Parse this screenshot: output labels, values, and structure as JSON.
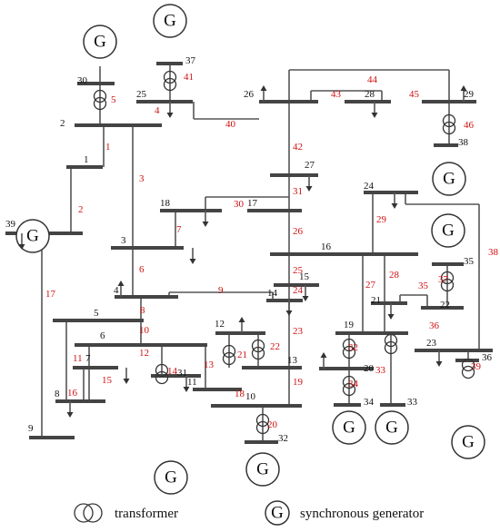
{
  "generator_symbol": "G",
  "bus_labels": [
    "1",
    "2",
    "3",
    "4",
    "5",
    "6",
    "7",
    "8",
    "9",
    "10",
    "11",
    "12",
    "13",
    "14",
    "15",
    "16",
    "17",
    "18",
    "19",
    "20",
    "21",
    "22",
    "23",
    "24",
    "25",
    "26",
    "27",
    "28",
    "29",
    "30",
    "31",
    "32",
    "33",
    "34",
    "35",
    "36",
    "37",
    "38",
    "39"
  ],
  "line_labels": [
    "1",
    "2",
    "3",
    "4",
    "5",
    "6",
    "7",
    "8",
    "9",
    "10",
    "11",
    "12",
    "13",
    "14",
    "15",
    "16",
    "17",
    "18",
    "19",
    "20",
    "21",
    "22",
    "23",
    "24",
    "25",
    "26",
    "27",
    "28",
    "29",
    "30",
    "31",
    "32",
    "33",
    "34",
    "35",
    "36",
    "37",
    "38",
    "39",
    "40",
    "41",
    "42",
    "43",
    "44",
    "45",
    "46"
  ],
  "legend": {
    "transformer": "transformer",
    "generator": "synchronous generator"
  },
  "colors": {
    "line_label": "#d01010",
    "bus": "#444444",
    "text": "#111111"
  }
}
